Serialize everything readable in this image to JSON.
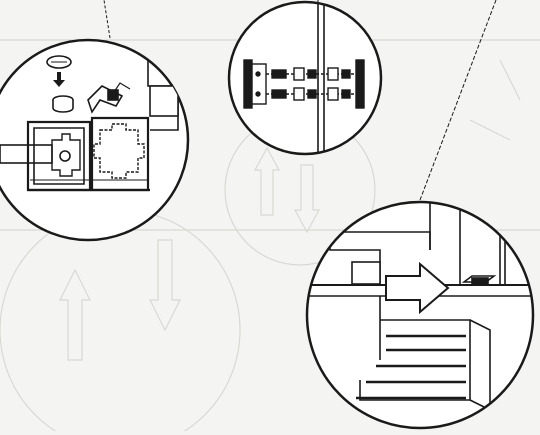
{
  "diagram": {
    "type": "assembly-instruction-detail-views",
    "colors": {
      "paper": "#f4f4f2",
      "ink": "#1a1a1a",
      "ghost": "#d6d6d2",
      "fill_white": "#ffffff"
    },
    "callouts": [
      {
        "name": "callout-profile-screw-detail",
        "content": "screw-cap-into-frame-profile"
      },
      {
        "name": "callout-hinge-rod-detail",
        "content": "hinge-assembly-on-rod"
      },
      {
        "name": "callout-slide-in-detail",
        "content": "panel-slide-direction-arrow"
      }
    ],
    "icons": [
      "screw-icon",
      "cap-icon",
      "arrow-right-icon",
      "hinge-icon"
    ]
  }
}
